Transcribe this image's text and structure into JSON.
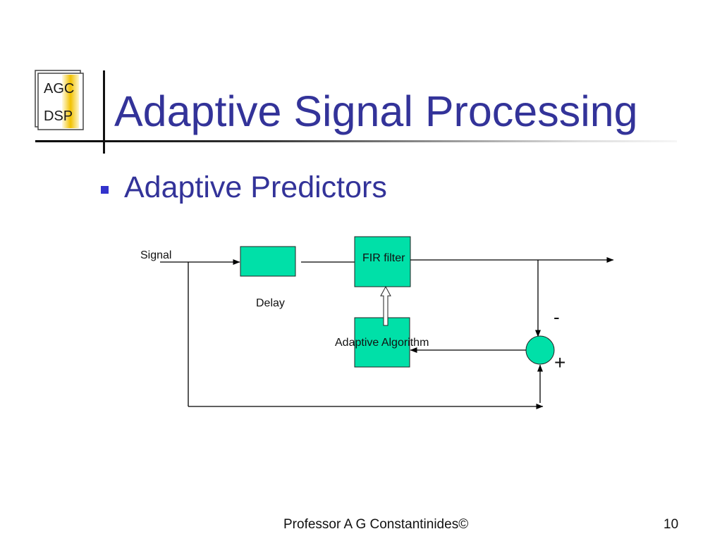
{
  "logo": {
    "top_text": "AGC",
    "bottom_text": "DSP",
    "icon": "agc-dsp-logo"
  },
  "title": "Adaptive Signal Processing",
  "bullets": [
    {
      "text": "Adaptive Predictors",
      "icon": "square-bullet-icon"
    }
  ],
  "diagram": {
    "signal_label": "Signal",
    "delay_label": "Delay",
    "fir_filter_label": "FIR filter",
    "adaptive_algorithm_label": "Adaptive Algorithm",
    "minus_sign": "-",
    "plus_sign": "+"
  },
  "footer": {
    "author": "Professor A G Constantinides©",
    "page_number": "10"
  },
  "colors": {
    "title": "#333399",
    "bullet": "#3333CC",
    "block_fill": "#00E0A8",
    "logo_gold": "#F2C200"
  }
}
